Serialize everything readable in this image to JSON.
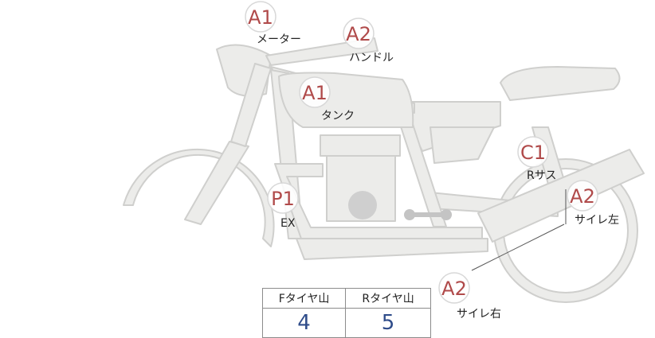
{
  "labels": [
    {
      "id": "meter",
      "grade": "A1",
      "part": "メーター"
    },
    {
      "id": "handle",
      "grade": "A2",
      "part": "ハンドル"
    },
    {
      "id": "tank",
      "grade": "A1",
      "part": "タンク"
    },
    {
      "id": "exhaust",
      "grade": "P1",
      "part": "EX"
    },
    {
      "id": "rear-suspension",
      "grade": "C1",
      "part": "Rサス"
    },
    {
      "id": "silencer-left",
      "grade": "A2",
      "part": "サイレ左"
    },
    {
      "id": "silencer-right",
      "grade": "A2",
      "part": "サイレ右"
    }
  ],
  "tyre_table": {
    "front_header": "Fタイヤ山",
    "rear_header": "Rタイヤ山",
    "front_value": "4",
    "rear_value": "5"
  },
  "colors": {
    "bike_fill": "#ececea",
    "bike_stroke": "#cfcfcd",
    "grade_text": "#b04a4a",
    "table_value": "#2f4c8a"
  }
}
